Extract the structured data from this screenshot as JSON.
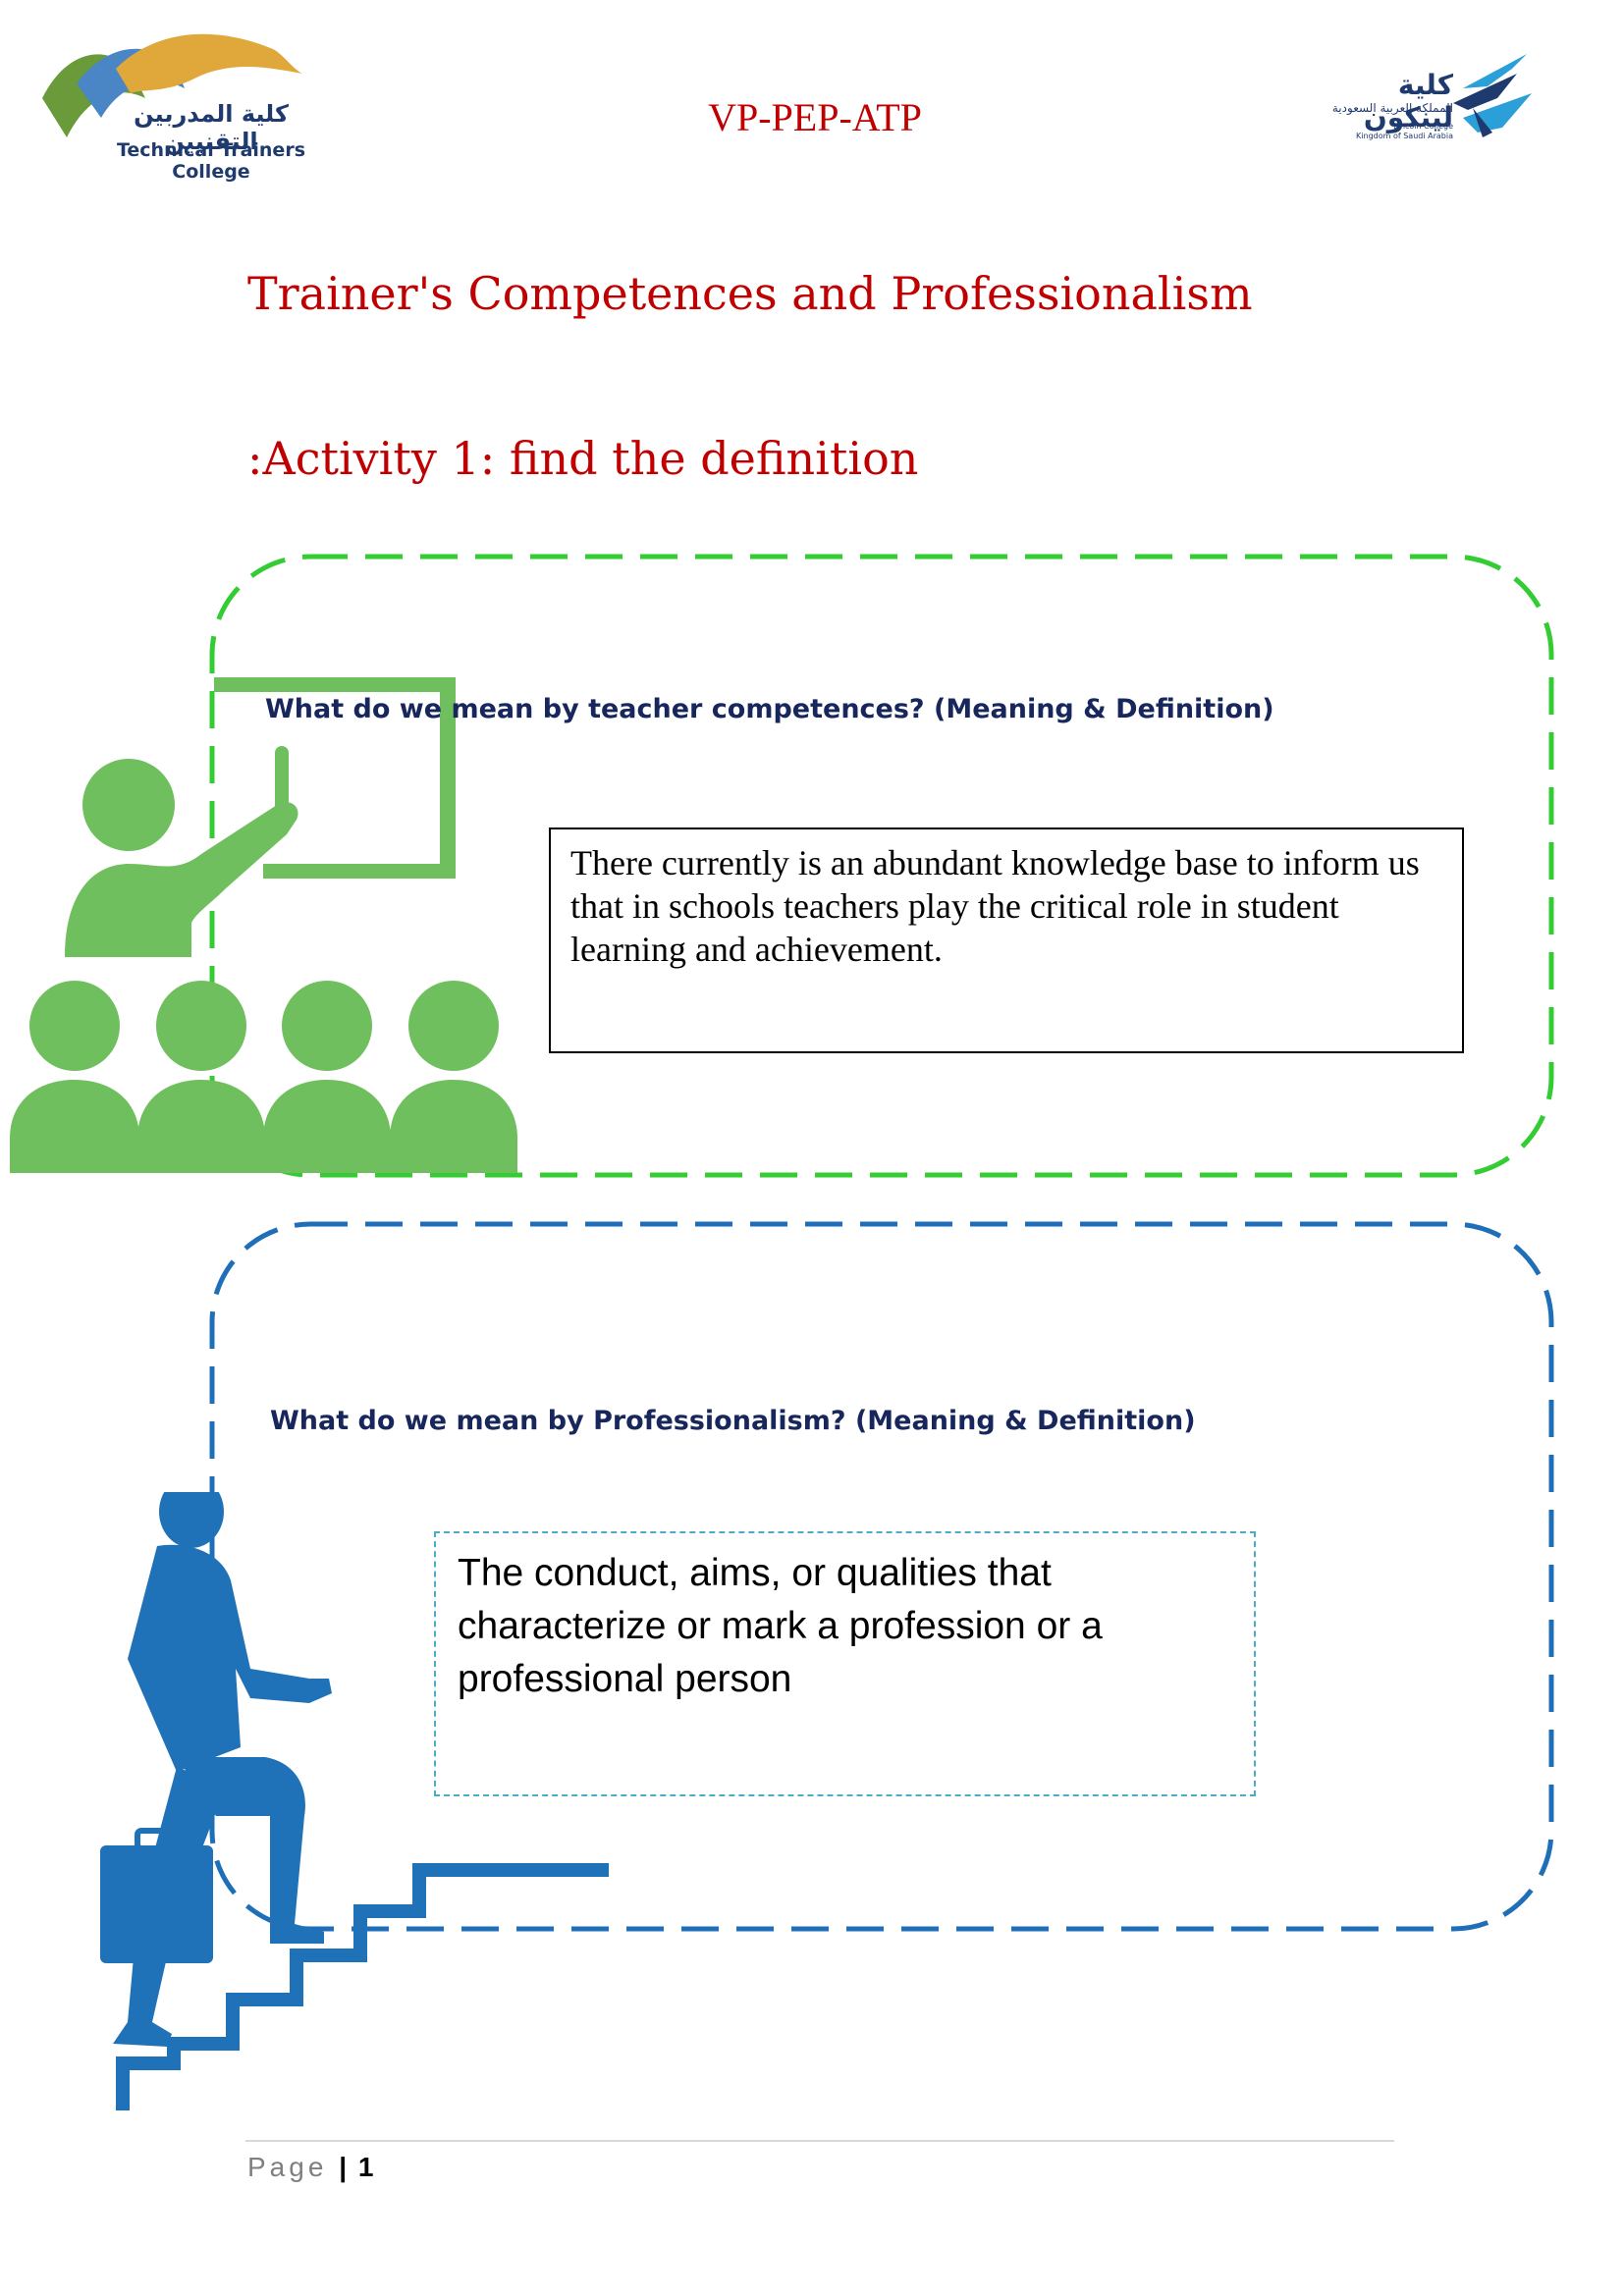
{
  "header": {
    "logo_left_arabic": "كلية المدربين التقنيين",
    "logo_left_english": "Technical Trainers College",
    "doc_code": "VP-PEP-ATP",
    "logo_right_arabic": "كلية لينكون",
    "logo_right_arabic_sub": "المملكة العربية السعودية",
    "logo_right_english_1": "Lincoln College",
    "logo_right_english_2": "Kingdom of Saudi Arabia"
  },
  "page_title": "Trainer's Competences and Professionalism",
  "activity_title": ":Activity 1: find the definition",
  "section1": {
    "question": "What do we mean by teacher competences? (Meaning & Definition)",
    "answer": "There currently is an abundant knowledge base to inform us that in schools teachers play the critical role in student learning and achievement.",
    "border_color": "#33cc33",
    "icon": "presentation-audience-icon",
    "icon_color": "#70bf5f"
  },
  "section2": {
    "question": "What do we mean by Professionalism? (Meaning & Definition)",
    "answer": "The conduct, aims, or qualities that characterize or mark a profession or a professional person",
    "border_color": "#1f6fb8",
    "icon": "businessman-climbing-stairs-icon",
    "icon_color": "#1f72b8"
  },
  "footer": {
    "page_label": "Page",
    "separator": "|",
    "page_number": "1"
  }
}
